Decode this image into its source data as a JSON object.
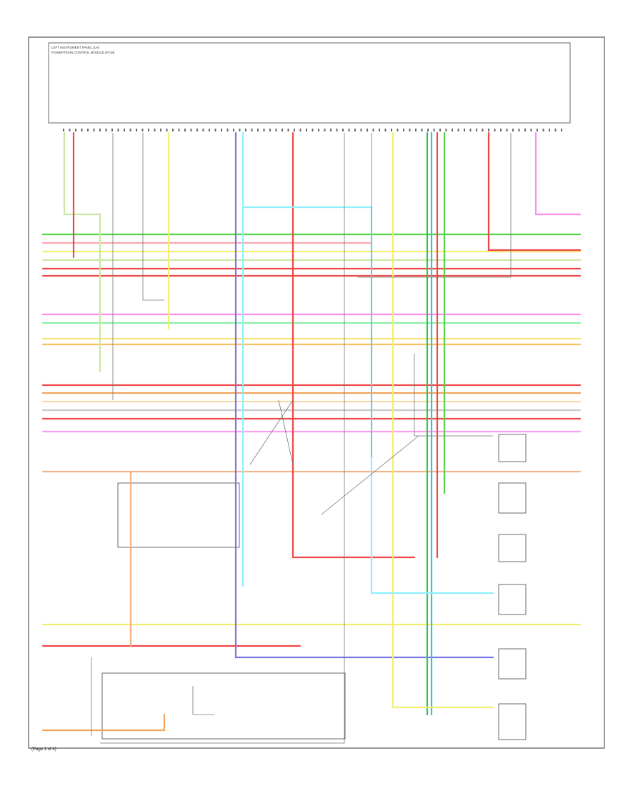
{
  "diagram": {
    "page_label": "(Page 1 of 4)",
    "module_title_line1": "LEFT INSTRUMENT PANEL (LH)",
    "module_title_line2": "POWERTRAIN CONTROL MODULE (PCM)"
  }
}
